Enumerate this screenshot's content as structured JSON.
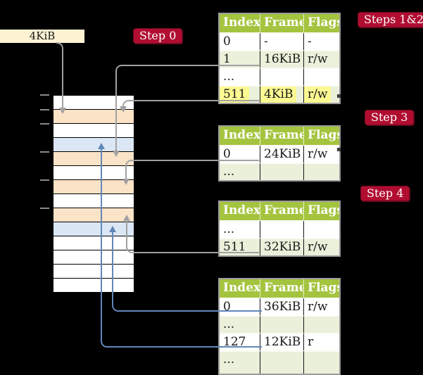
{
  "colors": {
    "background": "#000000",
    "badge_bg": "#b00d31",
    "badge_border": "#6f0a20",
    "badge_text": "#ffffff",
    "box_4kib_bg": "#fdf3d3",
    "table_header_bg": "#a4c43f",
    "table_row_alt_bg": "#eaf0da",
    "table_border": "#9b9b9b",
    "highlight_yellow": "#fcf992",
    "memory_free": "#ffffff",
    "memory_page_table": "#fbe3c8",
    "memory_mapped_page": "#dbe7f5",
    "gray_arrow": "#a1a1a1",
    "blue_arrow": "#6187b8",
    "text_dark": "#1a1a1a"
  },
  "labels": {
    "frame_size_box": "4KiB",
    "step0": "Step 0",
    "steps12": "Steps 1&2",
    "step3": "Step 3",
    "step4": "Step 4"
  },
  "tables": [
    {
      "id": "level4",
      "headers": [
        "Index",
        "Frame",
        "Flags"
      ],
      "rows": [
        {
          "cells": [
            "0",
            "-",
            "-"
          ],
          "alt": false
        },
        {
          "cells": [
            "1",
            "16KiB",
            "r/w"
          ],
          "alt": true
        },
        {
          "cells": [
            "...",
            "",
            ""
          ],
          "alt": false
        },
        {
          "cells": [
            "511",
            "4KiB",
            "r/w"
          ],
          "alt": true,
          "highlight": true
        }
      ]
    },
    {
      "id": "level3",
      "headers": [
        "Index",
        "Frame",
        "Flags"
      ],
      "rows": [
        {
          "cells": [
            "0",
            "24KiB",
            "r/w"
          ],
          "alt": false
        },
        {
          "cells": [
            "...",
            "",
            ""
          ],
          "alt": true
        }
      ]
    },
    {
      "id": "level2",
      "headers": [
        "Index",
        "Frame",
        "Flags"
      ],
      "rows": [
        {
          "cells": [
            "...",
            "",
            ""
          ],
          "alt": false
        },
        {
          "cells": [
            "511",
            "32KiB",
            "r/w"
          ],
          "alt": true
        }
      ]
    },
    {
      "id": "level1",
      "headers": [
        "Index",
        "Frame",
        "Flags"
      ],
      "rows": [
        {
          "cells": [
            "0",
            "36KiB",
            "r/w"
          ],
          "alt": false
        },
        {
          "cells": [
            "...",
            "",
            ""
          ],
          "alt": true
        },
        {
          "cells": [
            "127",
            "12KiB",
            "r"
          ],
          "alt": false
        },
        {
          "cells": [
            "...",
            "",
            ""
          ],
          "alt": true
        }
      ]
    }
  ],
  "memory_column": {
    "rows": [
      {
        "type": "free"
      },
      {
        "type": "page_table"
      },
      {
        "type": "free"
      },
      {
        "type": "mapped_page"
      },
      {
        "type": "page_table"
      },
      {
        "type": "free"
      },
      {
        "type": "page_table"
      },
      {
        "type": "free"
      },
      {
        "type": "page_table"
      },
      {
        "type": "mapped_page"
      },
      {
        "type": "free"
      },
      {
        "type": "free"
      },
      {
        "type": "free"
      },
      {
        "type": "free"
      }
    ]
  }
}
